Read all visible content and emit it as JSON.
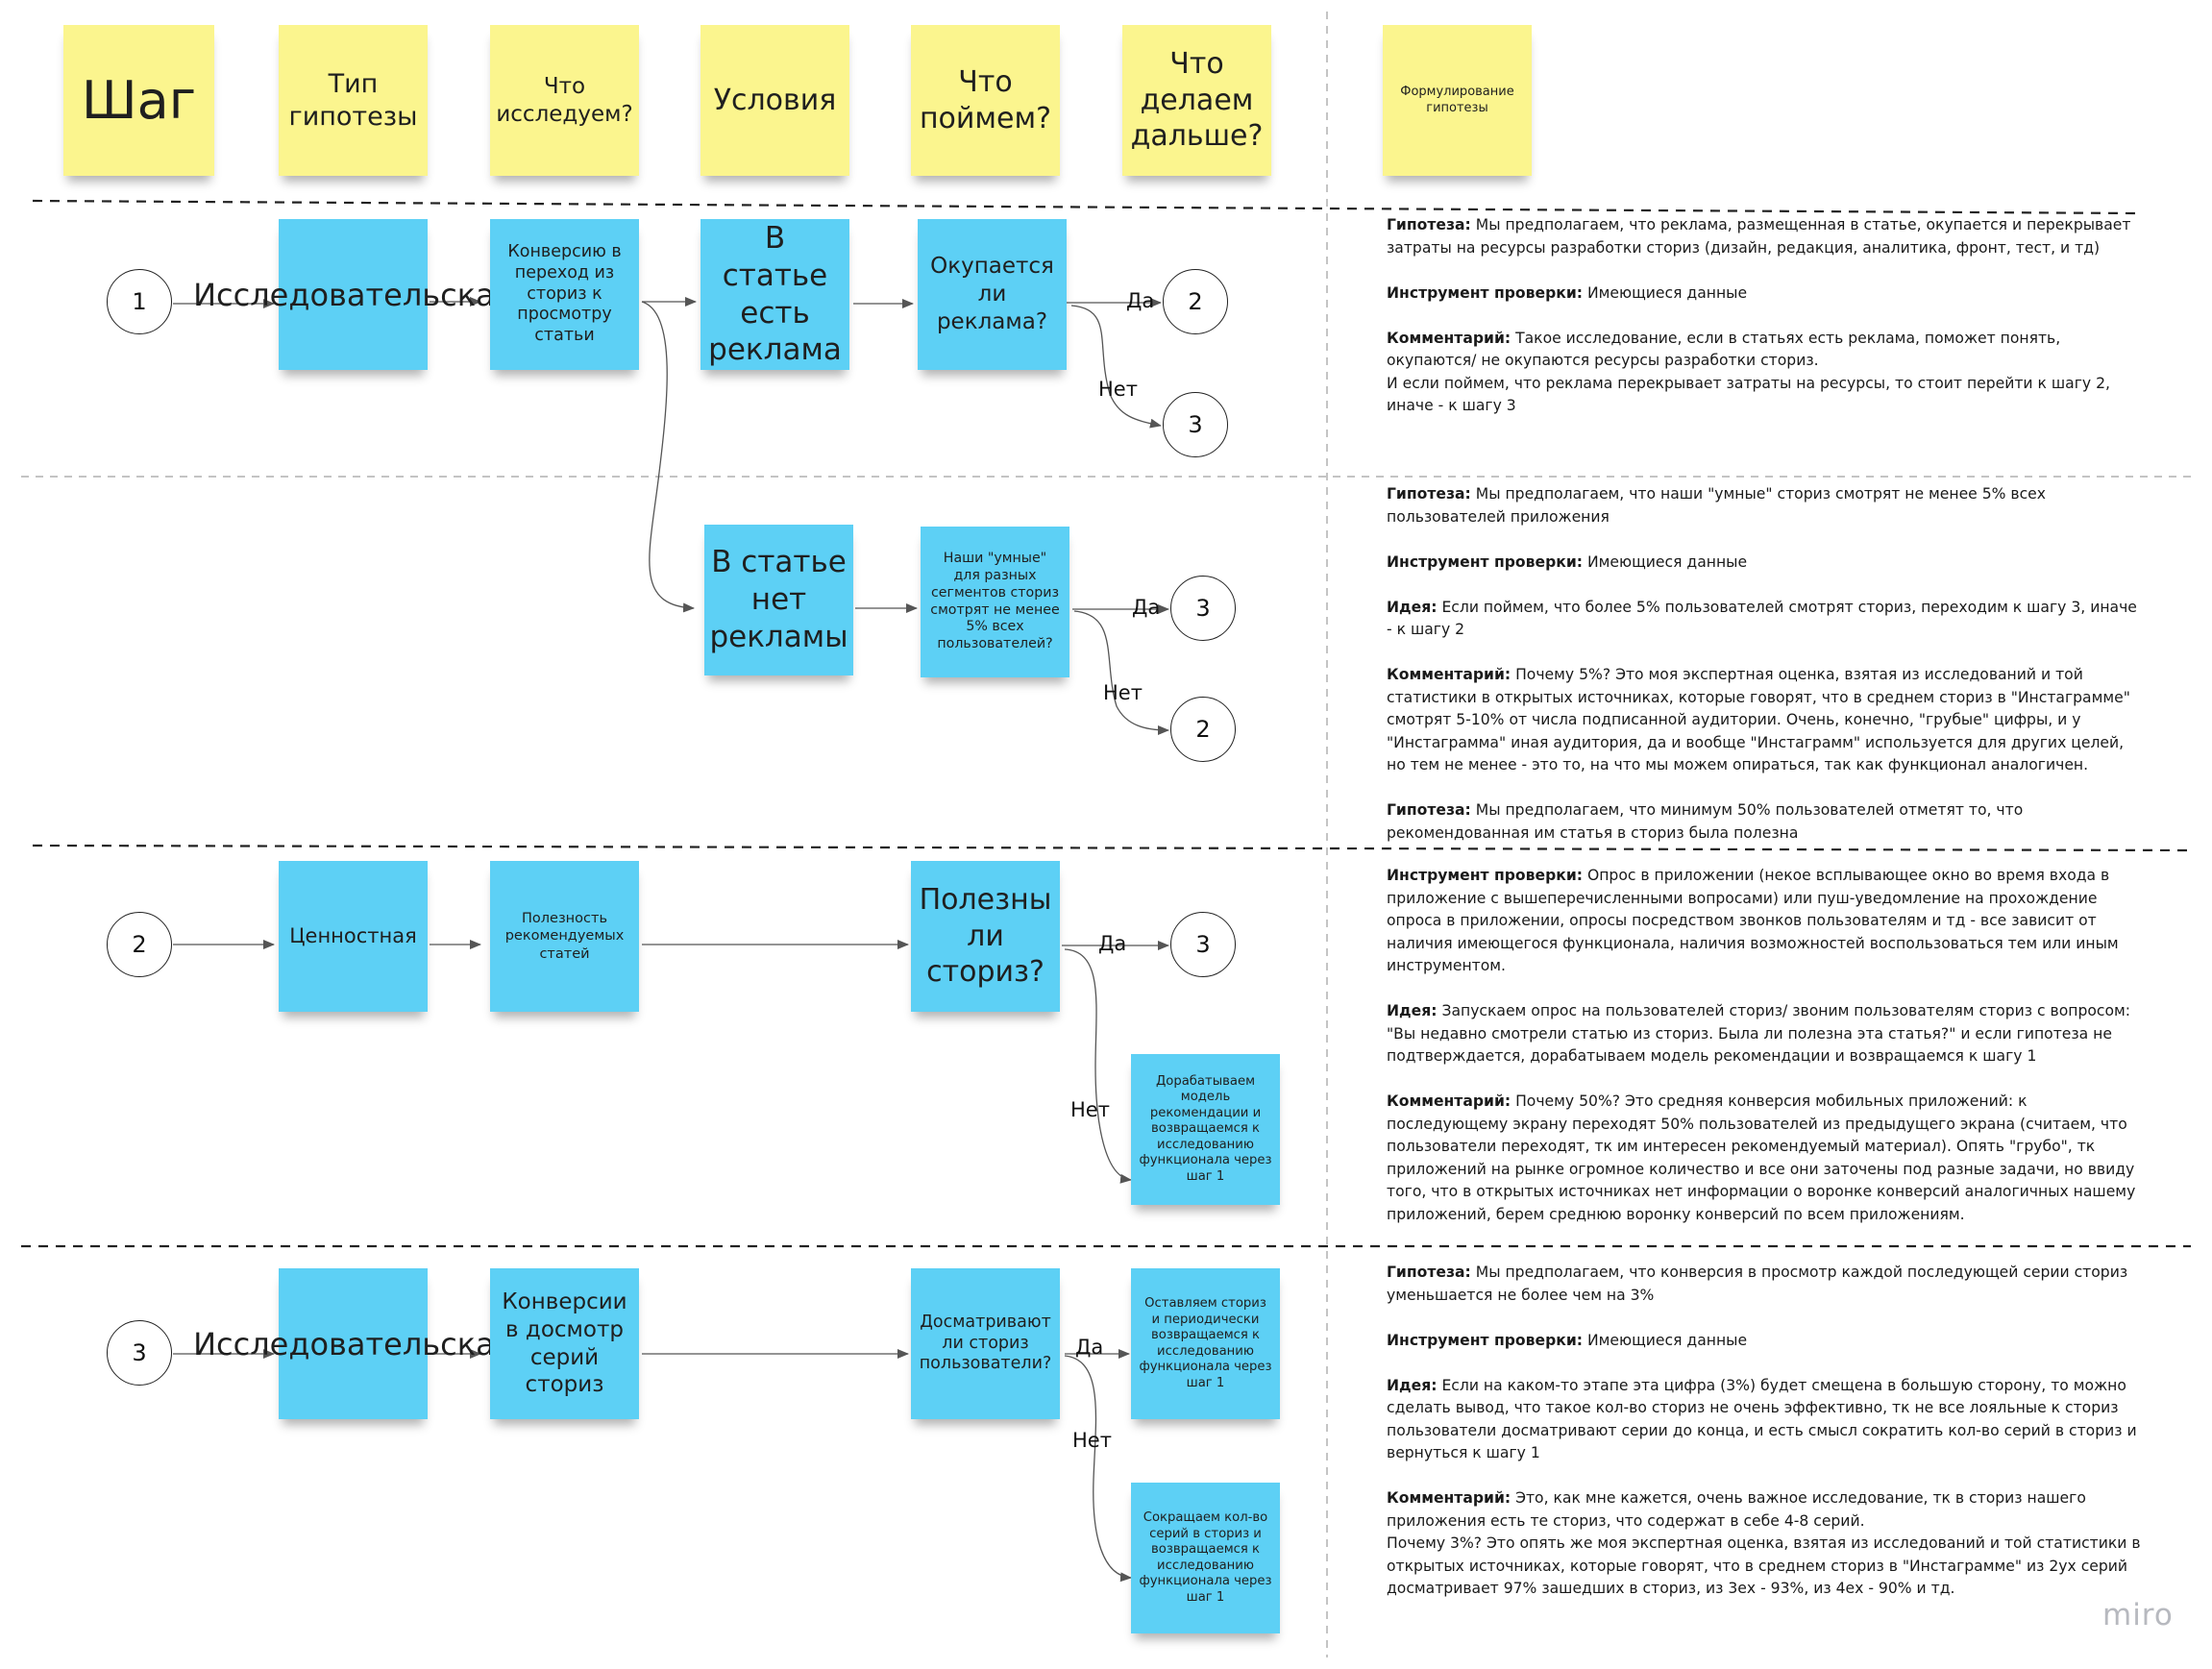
{
  "headers": {
    "step": "Шаг",
    "hyp_type": "Тип гипотезы",
    "what_research": "Что исследуем?",
    "conditions": "Условия",
    "what_learn": "Что поймем?",
    "next": "Что делаем дальше?",
    "formulation": "Формулирование гипотезы"
  },
  "row1": {
    "step": "1",
    "type": "Исследовательская",
    "research": "Конверсию в переход из сториз к просмотру статьи",
    "cond_yes_ads": "В статье есть реклама",
    "learn_ads": "Окупается ли реклама?",
    "yes": "Да",
    "yes_target": "2",
    "no": "Нет",
    "no_target": "3",
    "cond_no_ads": "В статье нет рекламы",
    "learn_smart": "Наши \"умные\" для разных сегментов сториз смотрят не менее 5% всех пользователей?",
    "yes2": "Да",
    "yes2_target": "3",
    "no2": "Нет",
    "no2_target": "2"
  },
  "row2": {
    "step": "2",
    "type": "Ценностная",
    "research": "Полезность рекомендуемых статей",
    "learn": "Полезны ли сториз?",
    "yes": "Да",
    "yes_target": "3",
    "no": "Нет",
    "next_no": "Дорабатываем модель рекомендации и возвращаемся к исследованию функционала через шаг 1"
  },
  "row3": {
    "step": "3",
    "type": "Исследовательская",
    "research": "Конверсии в досмотр серий сториз",
    "learn": "Досматривают ли сториз пользователи?",
    "yes": "Да",
    "next_yes": "Оставляем сториз и периодически возвращаемся к исследованию функционала через шаг 1",
    "no": "Нет",
    "next_no": "Сокращаем кол-во серий в сториз и возвращаемся к исследованию функционала через шаг 1"
  },
  "text": {
    "b1": [
      {
        "label": "Гипотеза:",
        "text": " Мы предполагаем, что реклама, размещенная в статье, окупается и перекрывает затраты на ресурсы разработки сториз (дизайн, редакция, аналитика, фронт, тест, и тд)"
      },
      {
        "label": "Инструмент проверки:",
        "text": " Имеющиеся данные"
      },
      {
        "label": "Комментарий:",
        "text": " Такое исследование, если в статьях есть реклама, поможет понять, окупаются/ не окупаются ресурсы разработки сториз.\nИ если поймем, что реклама перекрывает затраты на ресурсы, то стоит перейти к шагу 2, иначе - к шагу 3"
      }
    ],
    "b2": [
      {
        "label": "Гипотеза:",
        "text": " Мы предполагаем, что наши \"умные\" сториз смотрят не менее 5% всех пользователей приложения"
      },
      {
        "label": "Инструмент проверки:",
        "text": " Имеющиеся данные"
      },
      {
        "label": "Идея:",
        "text": " Если поймем, что более 5% пользователей смотрят сториз, переходим к шагу 3, иначе - к шагу 2"
      },
      {
        "label": "Комментарий:",
        "text": " Почему 5%? Это моя экспертная оценка, взятая из исследований и той статистики в открытых источниках, которые говорят, что в среднем сториз в \"Инстаграмме\" смотрят 5-10% от числа подписанной аудитории. Очень, конечно, \"грубые\" цифры, и у \"Инстаграмма\" иная аудитория, да и вообще \"Инстаграмм\" используется для других целей, но тем не менее - это то, на что мы можем опираться, так как функционал аналогичен."
      },
      {
        "label": "Гипотеза:",
        "text": " Мы предполагаем, что минимум 50% пользователей отметят то, что рекомендованная им статья в сториз была полезна"
      }
    ],
    "b3": [
      {
        "label": "Инструмент проверки:",
        "text": " Опрос в приложении (некое всплывающее окно во время входа в приложение с вышеперечисленными вопросами) или пуш-уведомление на прохождение опроса в приложении, опросы посредством звонков пользователям и тд - все зависит от наличия имеющегося функционала, наличия возможностей воспользоваться тем или иным инструментом."
      },
      {
        "label": "Идея:",
        "text": " Запускаем опрос на пользователей сториз/ звоним пользователям сториз с вопросом: \"Вы недавно смотрели статью из сториз. Была ли полезна эта статья?\" и если гипотеза не подтверждается, дорабатываем модель рекомендации и возвращаемся к шагу 1"
      },
      {
        "label": "Комментарий:",
        "text": " Почему 50%? Это средняя конверсия мобильных приложений: к последующему экрану переходят 50% пользователей из предыдущего экрана (считаем, что пользователи переходят, тк им интересен рекомендуемый материал). Опять \"грубо\", тк приложений на рынке огромное количество и все они заточены под разные задачи, но ввиду того, что в открытых источниках нет информации о воронке конверсий аналогичных нашему приложений, берем среднюю воронку конверсий по всем приложениям."
      }
    ],
    "b4": [
      {
        "label": "Гипотеза:",
        "text": " Мы предполагаем, что конверсия в просмотр каждой последующей серии сториз уменьшается не более чем на 3%"
      },
      {
        "label": "Инструмент проверки:",
        "text": " Имеющиеся данные"
      },
      {
        "label": "Идея:",
        "text": " Если на каком-то этапе эта цифра (3%) будет смещена в большую сторону, то можно сделать вывод, что такое кол-во сториз не очень эффективно, тк не все лояльные к сториз пользователи досматривают серии до конца, и есть смысл сократить кол-во серий в сториз и вернуться к шагу 1"
      },
      {
        "label": "Комментарий:",
        "text": "  Это, как мне кажется, очень важное исследование, тк в сториз нашего приложения есть те сториз, что содержат в себе 4-8 серий.\nПочему 3%? Это опять же моя экспертная оценка, взятая из исследований и той статистики в открытых источниках, которые говорят, что в среднем сториз в \"Инстаграмме\" из 2ух серий досматривает 97% зашедших в сториз, из 3ех - 93%, из 4ех - 90% и тд."
      }
    ]
  },
  "logo": "miro"
}
